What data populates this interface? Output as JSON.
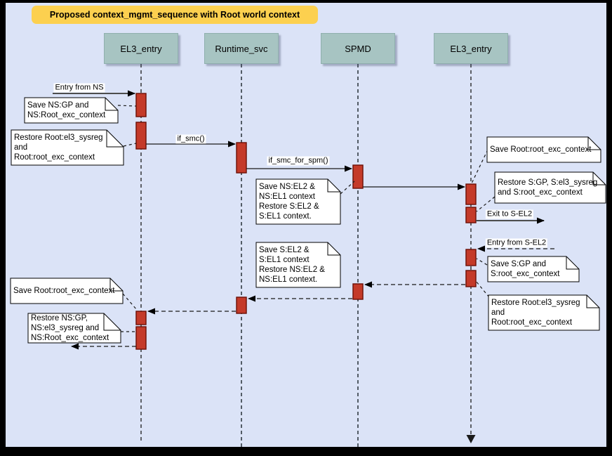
{
  "title": "Proposed context_mgmt_sequence with Root world context",
  "lifelines": [
    {
      "label": "EL3_entry"
    },
    {
      "label": "Runtime_svc"
    },
    {
      "label": "SPMD"
    },
    {
      "label": "EL3_entry"
    }
  ],
  "messages": [
    {
      "label": "Entry from NS",
      "type": "solid"
    },
    {
      "label": "if_smc()",
      "type": "solid"
    },
    {
      "label": "if_smc_for_spm()",
      "type": "solid"
    },
    {
      "label": "Exit to S-EL2",
      "type": "solid"
    },
    {
      "label": "Entry from S-EL2",
      "type": "dashed"
    }
  ],
  "notes": [
    {
      "text": "Save NS:GP and\nNS:Root_exc_context"
    },
    {
      "text": "Restore Root:el3_sysreg\nand\nRoot:root_exc_context"
    },
    {
      "text": "Save NS:EL2 &\nNS:EL1 context\nRestore S:EL2 &\nS:EL1 context."
    },
    {
      "text": "Save Root:root_exc_context"
    },
    {
      "text": "Restore S:GP, S:el3_sysreg\nand S:root_exc_context"
    },
    {
      "text": "Save S:GP and\nS:root_exc_context"
    },
    {
      "text": "Restore Root:el3_sysreg\nand\nRoot:root_exc_context"
    },
    {
      "text": "Save S:EL2 &\nS:EL1 context\nRestore NS:EL2 &\nNS:EL1 context."
    },
    {
      "text": "Save Root:root_exc_context"
    },
    {
      "text": "Restore NS:GP,\nNS:el3_sysreg and\nNS:Root_exc_context"
    }
  ],
  "colors": {
    "canvas-bg": "#dbe3f7",
    "frame": "#000000",
    "title-bg": "#fcd04f",
    "head-bg": "#a7c4c2",
    "activation": "#c43a29",
    "activation-border": "#6b0f06",
    "note-bg": "#ffffff",
    "line": "#1a1a1a"
  }
}
